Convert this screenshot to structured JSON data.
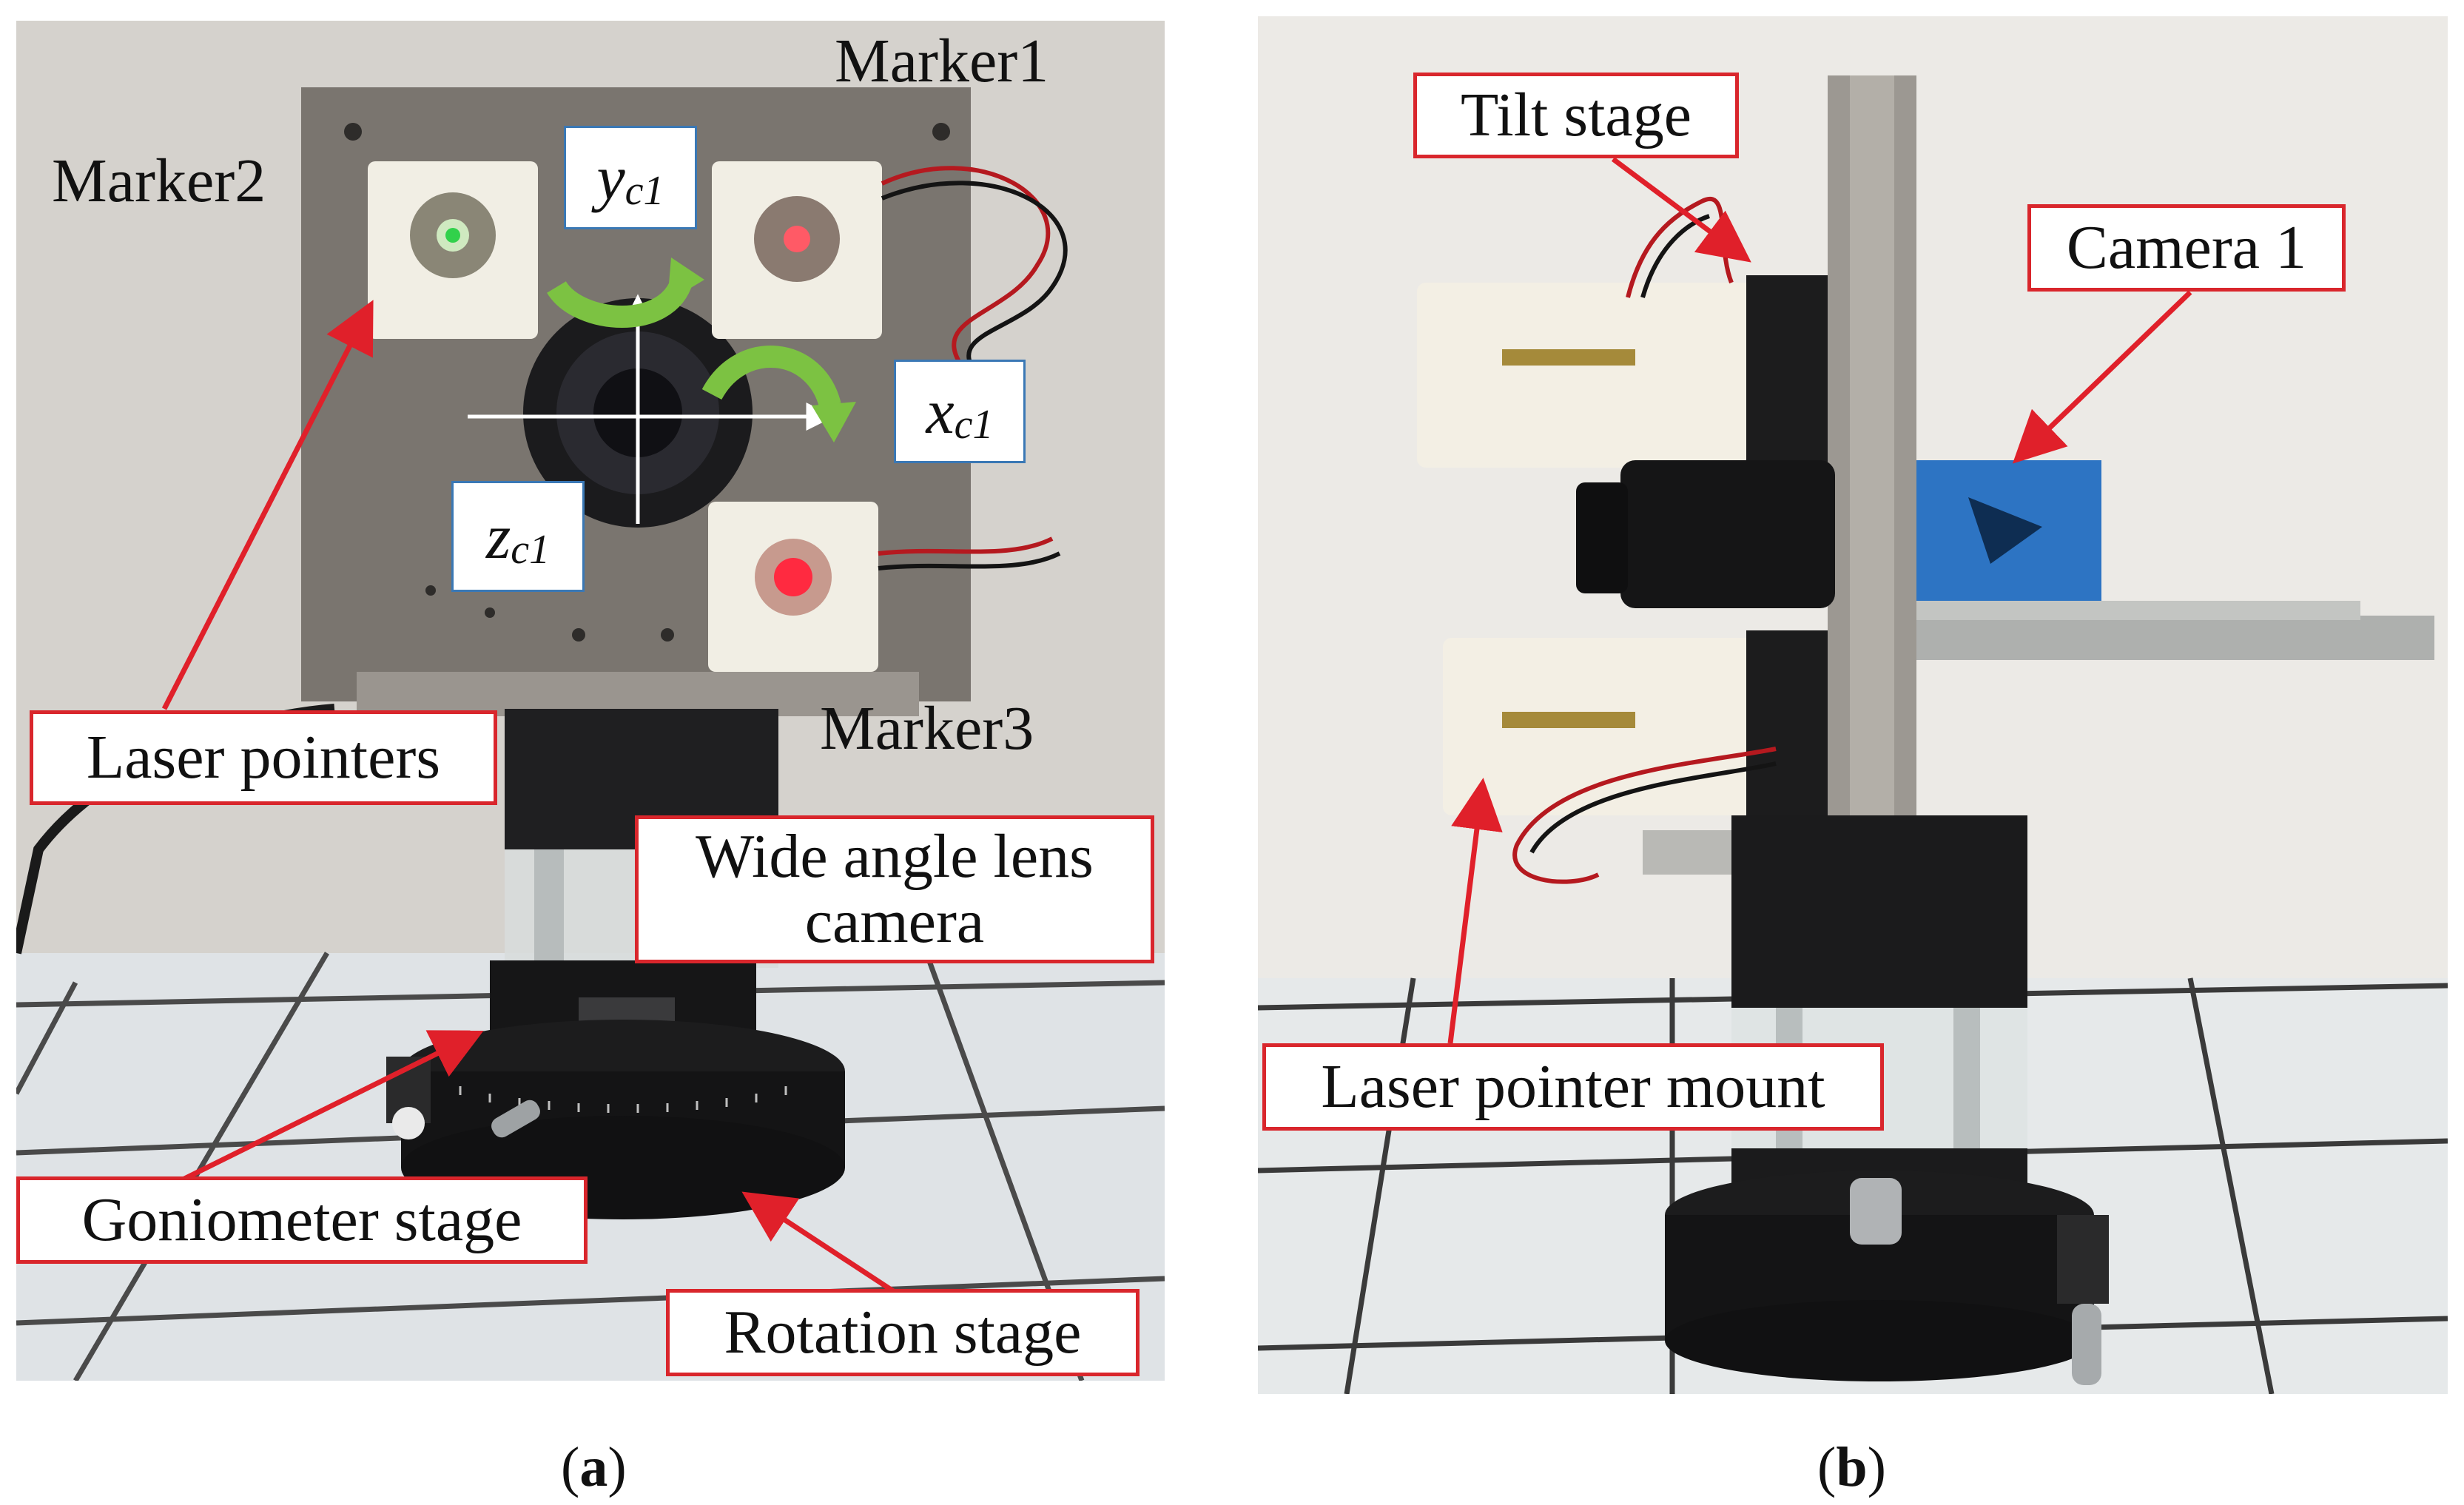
{
  "panel_a": {
    "labels": {
      "marker1": "Marker1",
      "marker2": "Marker2",
      "marker3": "Marker3",
      "laser_pointers": "Laser pointers",
      "wide_angle_line1": "Wide angle lens",
      "wide_angle_line2": "camera",
      "goniometer": "Goniometer stage",
      "rotation": "Rotation stage"
    },
    "axes": {
      "x_var": "x",
      "x_sub": "c1",
      "y_var": "y",
      "y_sub": "c1",
      "z_var": "z",
      "z_sub": "c1"
    },
    "caption_open": "(",
    "caption_letter": "a",
    "caption_close": ")"
  },
  "panel_b": {
    "labels": {
      "tilt": "Tilt stage",
      "camera1": "Camera 1",
      "mount": "Laser pointer mount"
    },
    "caption_open": "(",
    "caption_letter": "b",
    "caption_close": ")"
  },
  "colors": {
    "label_border": "#d9262c",
    "arrow_red": "#e0202a",
    "axis_border": "#3a78b5",
    "rotation_arrow_green": "#7cc242"
  }
}
